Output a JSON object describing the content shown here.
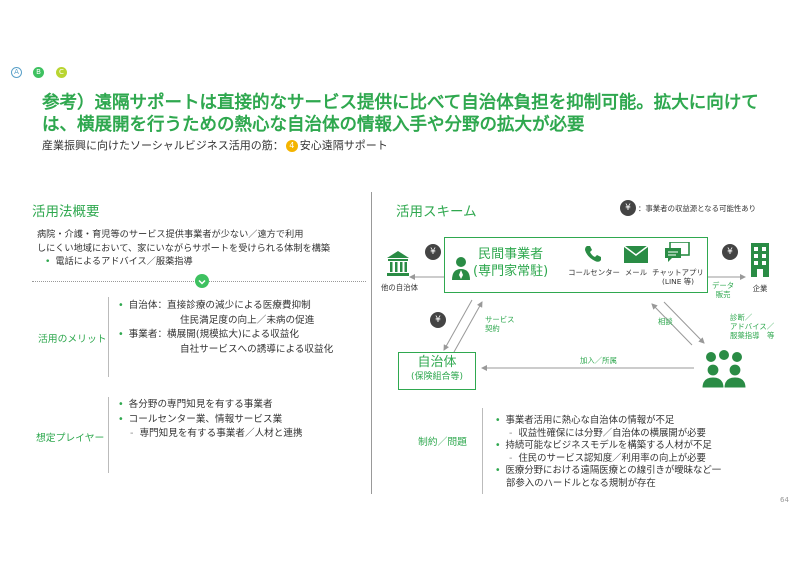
{
  "nav": {
    "a": "A",
    "b": "B",
    "c": "C"
  },
  "title": {
    "line1": "参考）遠隔サポートは直接的なサービス提供に比べて自治体負担を抑制可能。拡大に向けて",
    "line2": "は、横展開を行うための熱心な自治体の情報入手や分野の拡大が必要"
  },
  "subtitle": {
    "prefix": "産業振興に向けたソーシャルビジネス活用の筋：",
    "num": "4",
    "suffix": "安心遠隔サポート"
  },
  "left": {
    "heading": "活用法概要",
    "overview": [
      "病院・介護・育児等のサービス提供事業者が少ない／遠方で利用",
      "しにくい地域において、家にいながらサポートを受けられる体制を構築"
    ],
    "overview_bullet": "電話によるアドバイス／服薬指導",
    "merit_label": "活用のメリット",
    "merits": [
      {
        "head": "自治体：",
        "lines": [
          "直接診療の減少による医療費抑制",
          "住民満足度の向上／未病の促進"
        ]
      },
      {
        "head": "事業者：",
        "lines": [
          "横展開(規模拡大)による収益化",
          "自社サービスへの誘導による収益化"
        ]
      }
    ],
    "player_label": "想定プレイヤー",
    "players": [
      "各分野の専門知見を有する事業者",
      "コールセンター業、情報サービス業"
    ],
    "players_sub": "専門知見を有する事業者／人材と連携"
  },
  "right": {
    "heading": "活用スキーム",
    "legend": "：事業者の収益源となる可能性あり",
    "yen": "¥",
    "provider": {
      "line1": "民間事業者",
      "line2": "(専門家常駐)"
    },
    "channels": [
      "コールセンター",
      "メール",
      "チャットアプリ",
      "(LINE 等)"
    ],
    "other_gov": "他の自治体",
    "company": "企業",
    "data_sales": [
      "データ",
      "販売"
    ],
    "service_contract": [
      "サービス",
      "契約"
    ],
    "consult": "相談",
    "diagnosis": [
      "診断／",
      "アドバイス／",
      "服薬指導　等"
    ],
    "gov": {
      "line1": "自治体",
      "line2": "(保険組合等)"
    },
    "join": "加入／所属",
    "constraint_label": "制約／問題",
    "constraints": [
      {
        "text": "事業者活用に熱心な自治体の情報が不足",
        "sub": [
          "収益性確保には分野／自治体の横展開が必要"
        ]
      },
      {
        "text": "持続可能なビジネスモデルを構築する人材が不足",
        "sub": [
          "住民のサービス認知度／利用率の向上が必要"
        ]
      },
      {
        "text": "医療分野における遠隔医療との線引きが曖昧など一",
        "cont": "部参入のハードルとなる規制が存在"
      }
    ]
  },
  "page_number": "64"
}
